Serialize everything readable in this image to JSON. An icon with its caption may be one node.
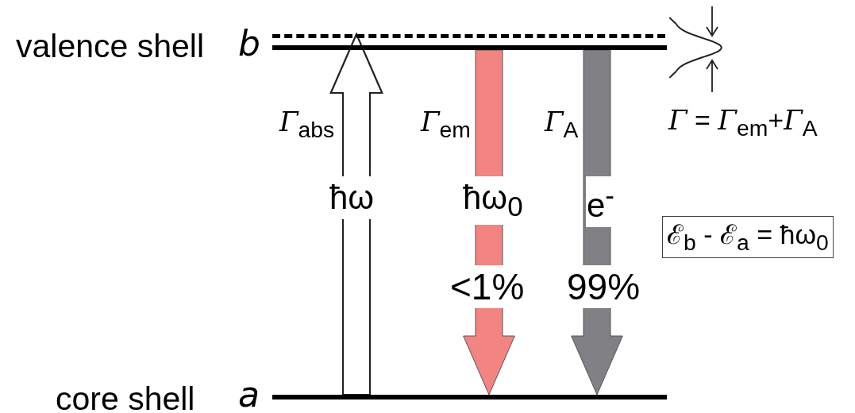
{
  "diagram": {
    "nodes": [
      {
        "text": [],
        "shape": "line"
      },
      {
        "text": [],
        "shape": "bar",
        "beside": [
          "valence shell",
          "b"
        ]
      },
      {
        "text": [],
        "shape": "bar",
        "beside": [
          "core shell",
          "a"
        ]
      },
      {
        "text": [
          "ℰ$_{b}$ - ℰ$_{a}$ = ħω$_{0}$"
        ]
      }
    ],
    "edges": [
      {
        "from": 2,
        "to": 0,
        "arrow": "to",
        "style": "thick",
        "label": "ħω"
      },
      {
        "from": 1,
        "to": 2,
        "arrow": "to",
        "style": "thick",
        "color": "#f28482",
        "label": "ħω$_{0}$"
      },
      {
        "from": 1,
        "to": 2,
        "arrow": "to",
        "style": "thick",
        "color": "#808085",
        "label": "e$^{-}$"
      }
    ],
    "labels": [
      "*Γ*$_{abs}$",
      "*Γ*$_{em}$",
      "*Γ*$_{A}$",
      "*Γ* = *Γ*$_{em}$+*Γ*$_{A}$",
      "<1%",
      "99%"
    ]
  }
}
